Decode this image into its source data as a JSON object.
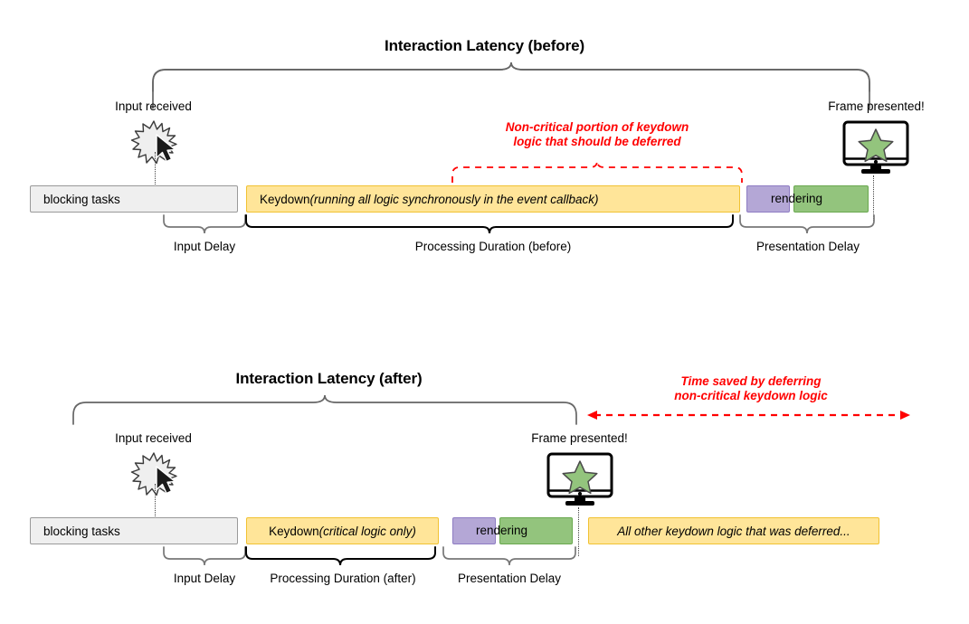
{
  "colors": {
    "yellow_fill": "#ffe599",
    "yellow_border": "#f1c232",
    "purple_fill": "#b4a7d6",
    "purple_border": "#8e7cc3",
    "green_fill": "#93c47d",
    "green_border": "#6aa84f",
    "gray_fill": "#efefef",
    "gray_border": "#999999",
    "annotation_red": "#ff0000",
    "brace_gray": "#666666",
    "brace_black": "#000000"
  },
  "before": {
    "title": "Interaction Latency (before)",
    "input_label": "Input received",
    "frame_label": "Frame presented!",
    "annotation_line1": "Non-critical portion of keydown",
    "annotation_line2": "logic that should be deferred",
    "bars": {
      "blocking": "blocking tasks",
      "keydown_prefix": "Keydown ",
      "keydown_italic": "(running all logic synchronously in the event callback)",
      "rendering": "rendering"
    },
    "segments": [
      {
        "name": "Input Delay",
        "label": "Input Delay"
      },
      {
        "name": "Processing Duration (before)",
        "label": "Processing Duration (before)"
      },
      {
        "name": "Presentation Delay",
        "label": "Presentation Delay"
      }
    ]
  },
  "after": {
    "title": "Interaction Latency (after)",
    "input_label": "Input received",
    "frame_label": "Frame presented!",
    "annotation_line1": "Time saved by deferring",
    "annotation_line2": "non-critical keydown logic",
    "bars": {
      "blocking": "blocking tasks",
      "keydown_prefix": "Keydown ",
      "keydown_italic": "(critical logic only)",
      "rendering": "rendering",
      "deferred": "All other keydown logic that was deferred..."
    },
    "segments": [
      {
        "name": "Input Delay",
        "label": "Input Delay"
      },
      {
        "name": "Processing Duration (after)",
        "label": "Processing Duration (after)"
      },
      {
        "name": "Presentation Delay",
        "label": "Presentation Delay"
      }
    ]
  },
  "icons": {
    "spark": "spark-burst-icon",
    "cursor": "mouse-cursor-icon",
    "monitor": "monitor-icon",
    "star": "star-icon"
  }
}
